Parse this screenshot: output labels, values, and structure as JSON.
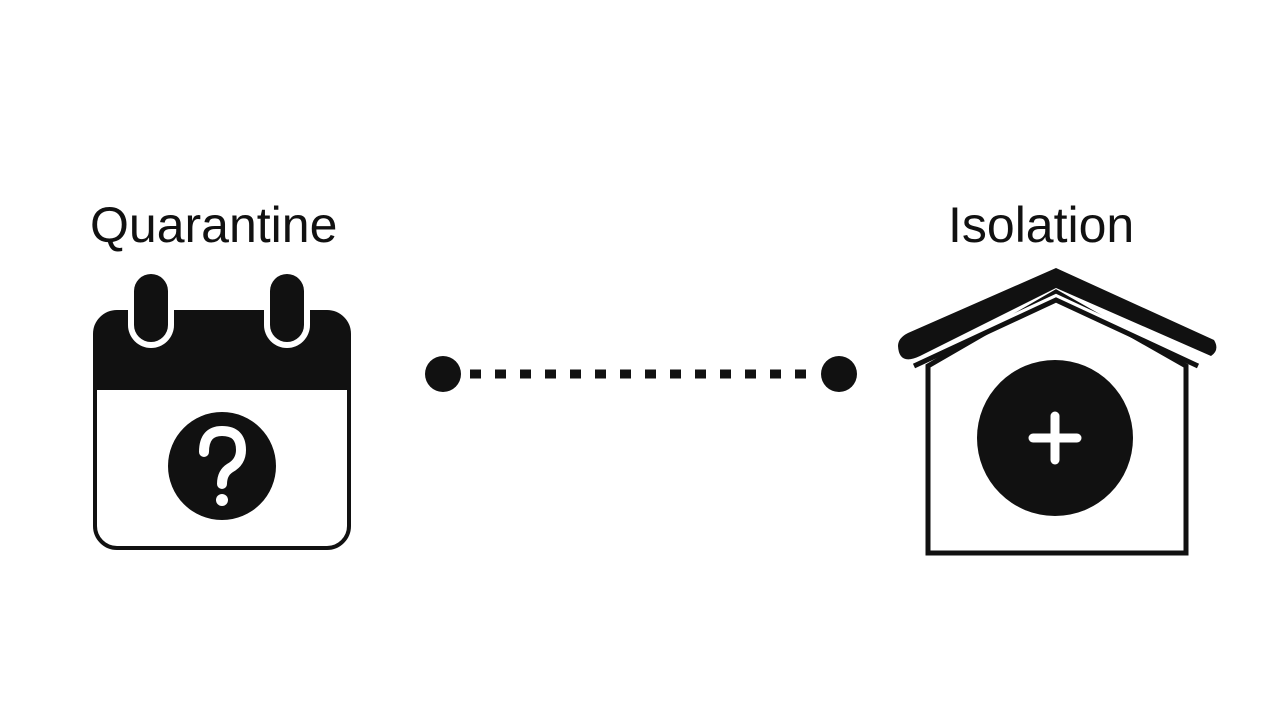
{
  "diagram": {
    "left_node": {
      "label": "Quarantine",
      "icon": "calendar-question-icon"
    },
    "right_node": {
      "label": "Isolation",
      "icon": "house-medical-plus-icon"
    },
    "connector": {
      "style": "dotted",
      "endpoints": "filled-dots"
    }
  },
  "colors": {
    "ink": "#111111",
    "background": "#ffffff"
  }
}
